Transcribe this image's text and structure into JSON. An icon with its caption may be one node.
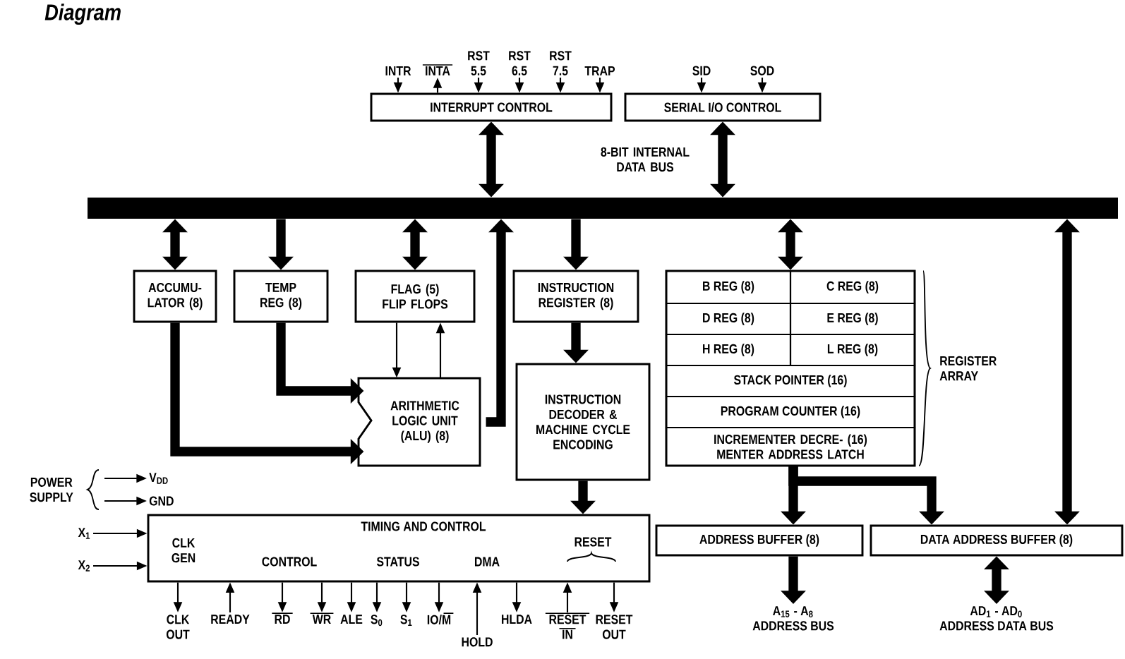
{
  "diagram": {
    "title": "Diagram",
    "nodes": [
      {
        "text": [
          "INTERRUPT CONTROL"
        ]
      },
      {
        "text": [
          "SERIAL I/O CONTROL"
        ]
      },
      {
        "text": [
          "8-BIT INTERNAL DATA BUS"
        ]
      },
      {
        "text": [
          "ACCUMU- LATOR (8)"
        ]
      },
      {
        "text": [
          "TEMP REG (8)"
        ]
      },
      {
        "text": [
          "FLAG (5) FLIP FLOPS"
        ]
      },
      {
        "text": [
          "INSTRUCTION REGISTER (8)"
        ]
      },
      {
        "text": [],
        "shape": "box",
        "beside": [
          "REGISTER ARRAY"
        ]
      },
      {
        "text": [
          "B REG (8)"
        ],
        "in": 7
      },
      {
        "text": [
          "C REG (8)"
        ],
        "in": 7
      },
      {
        "text": [
          "D REG (8)"
        ],
        "in": 7
      },
      {
        "text": [
          "E REG (8)"
        ],
        "in": 7
      },
      {
        "text": [
          "H REG (8)"
        ],
        "in": 7
      },
      {
        "text": [
          "L REG (8)"
        ],
        "in": 7
      },
      {
        "text": [
          "STACK POINTER (16)"
        ],
        "in": 7
      },
      {
        "text": [
          "PROGRAM COUNTER (16)"
        ],
        "in": 7
      },
      {
        "text": [
          "INCREMENTER DECRE- (16) MENTER ADDRESS LATCH"
        ],
        "in": 7
      },
      {
        "text": [
          "ARITHMETIC LOGIC UNIT (ALU) (8)"
        ]
      },
      {
        "text": [
          "INSTRUCTION DECODER & MACHINE CYCLE ENCODING"
        ]
      },
      {
        "text": [
          "TIMING AND CONTROL",
          "CLK GEN",
          "CONTROL",
          "STATUS",
          "DMA",
          "RESET"
        ]
      },
      {
        "text": [
          "ADDRESS BUFFER (8)"
        ]
      },
      {
        "text": [
          "DATA ADDRESS BUFFER (8)"
        ]
      },
      {
        "text": [
          "INTR"
        ]
      },
      {
        "text": [
          "INTA"
        ]
      },
      {
        "text": [
          "RST 5.5"
        ]
      },
      {
        "text": [
          "RST 6.5"
        ]
      },
      {
        "text": [
          "RST 7.5"
        ]
      },
      {
        "text": [
          "TRAP"
        ]
      },
      {
        "text": [
          "SID"
        ]
      },
      {
        "text": [
          "SOD"
        ]
      },
      {
        "text": [
          "V$_{DD}$"
        ]
      },
      {
        "text": [
          "GND"
        ]
      },
      {
        "text": [
          "X$_{1}$"
        ]
      },
      {
        "text": [
          "X$_{2}$"
        ]
      },
      {
        "text": [
          "CLK OUT"
        ]
      },
      {
        "text": [
          "READY"
        ]
      },
      {
        "text": [
          "RD"
        ]
      },
      {
        "text": [
          "WR"
        ]
      },
      {
        "text": [
          "ALE"
        ]
      },
      {
        "text": [
          "S$_{0}$"
        ]
      },
      {
        "text": [
          "S$_{1}$"
        ]
      },
      {
        "text": [
          "IO/M"
        ]
      },
      {
        "text": [
          "HOLD"
        ]
      },
      {
        "text": [
          "HLDA"
        ]
      },
      {
        "text": [
          "RESET IN"
        ]
      },
      {
        "text": [
          "RESET OUT"
        ]
      },
      {
        "text": [
          "A$_{15}$ - A$_{8}$",
          "ADDRESS BUS"
        ]
      },
      {
        "text": [
          "AD$_{1}$ - AD$_{0}$",
          "ADDRESS DATA BUS"
        ]
      },
      {
        "text": [
          "POWER SUPPLY"
        ]
      }
    ],
    "edges": [
      {
        "from": 22,
        "to": 0,
        "arrow": "to"
      },
      {
        "from": 0,
        "to": 23,
        "arrow": "to"
      },
      {
        "from": 24,
        "to": 0,
        "arrow": "to"
      },
      {
        "from": 25,
        "to": 0,
        "arrow": "to"
      },
      {
        "from": 26,
        "to": 0,
        "arrow": "to"
      },
      {
        "from": 27,
        "to": 0,
        "arrow": "to"
      },
      {
        "from": 28,
        "to": 1,
        "arrow": "to"
      },
      {
        "from": 29,
        "to": 1,
        "arrow": "to"
      },
      {
        "from": 0,
        "to": 2,
        "arrow": "both",
        "style": "thick"
      },
      {
        "from": 1,
        "to": 2,
        "arrow": "both",
        "style": "thick"
      },
      {
        "from": 2,
        "to": 3,
        "arrow": "both",
        "style": "thick"
      },
      {
        "from": 2,
        "to": 4,
        "arrow": "to",
        "style": "thick"
      },
      {
        "from": 2,
        "to": 5,
        "arrow": "both",
        "style": "thick"
      },
      {
        "from": 17,
        "to": 2,
        "arrow": "to",
        "style": "thick"
      },
      {
        "from": 2,
        "to": 6,
        "arrow": "to",
        "style": "thick"
      },
      {
        "from": 2,
        "to": 7,
        "arrow": "both",
        "style": "thick"
      },
      {
        "from": 5,
        "to": 17,
        "arrow": "to"
      },
      {
        "from": 17,
        "to": 5,
        "arrow": "to"
      },
      {
        "from": 4,
        "to": 17,
        "arrow": "to",
        "style": "thick"
      },
      {
        "from": 3,
        "to": 17,
        "arrow": "to",
        "style": "thick"
      },
      {
        "from": 6,
        "to": 18,
        "arrow": "to",
        "style": "thick"
      },
      {
        "from": 18,
        "to": 19,
        "arrow": "to",
        "style": "thick"
      },
      {
        "from": 16,
        "to": 20,
        "arrow": "to",
        "style": "thick"
      },
      {
        "from": 16,
        "to": 21,
        "arrow": "to",
        "style": "thick"
      },
      {
        "from": 2,
        "to": 21,
        "arrow": "both",
        "style": "thick"
      },
      {
        "from": 20,
        "to": 46,
        "arrow": "to",
        "style": "thick"
      },
      {
        "from": 21,
        "to": 47,
        "arrow": "both",
        "style": "thick"
      },
      {
        "from": 48,
        "to": 30,
        "arrow": "to"
      },
      {
        "from": 48,
        "to": 31,
        "arrow": "to"
      },
      {
        "from": 32,
        "to": 19,
        "arrow": "to"
      },
      {
        "from": 33,
        "to": 19,
        "arrow": "to"
      },
      {
        "from": 19,
        "to": 34,
        "arrow": "to"
      },
      {
        "from": 35,
        "to": 19,
        "arrow": "to"
      },
      {
        "from": 19,
        "to": 36,
        "arrow": "to"
      },
      {
        "from": 19,
        "to": 37,
        "arrow": "to"
      },
      {
        "from": 19,
        "to": 38,
        "arrow": "to"
      },
      {
        "from": 19,
        "to": 39,
        "arrow": "to"
      },
      {
        "from": 19,
        "to": 40,
        "arrow": "to"
      },
      {
        "from": 19,
        "to": 41,
        "arrow": "to"
      },
      {
        "from": 42,
        "to": 19,
        "arrow": "to"
      },
      {
        "from": 19,
        "to": 43,
        "arrow": "to"
      },
      {
        "from": 44,
        "to": 19,
        "arrow": "to"
      },
      {
        "from": 19,
        "to": 45,
        "arrow": "to"
      }
    ]
  }
}
